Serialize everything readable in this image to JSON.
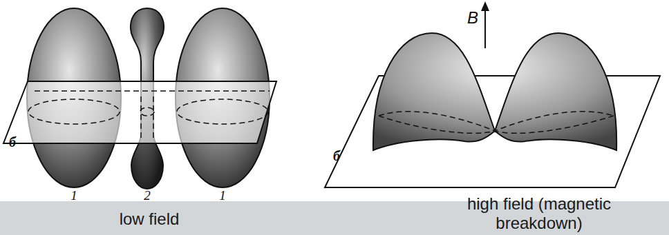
{
  "diagram": {
    "labels": [
      "B",
      "б",
      "1",
      "2",
      "1",
      "low field",
      "б",
      "high field (magnetic breakdown)"
    ]
  }
}
